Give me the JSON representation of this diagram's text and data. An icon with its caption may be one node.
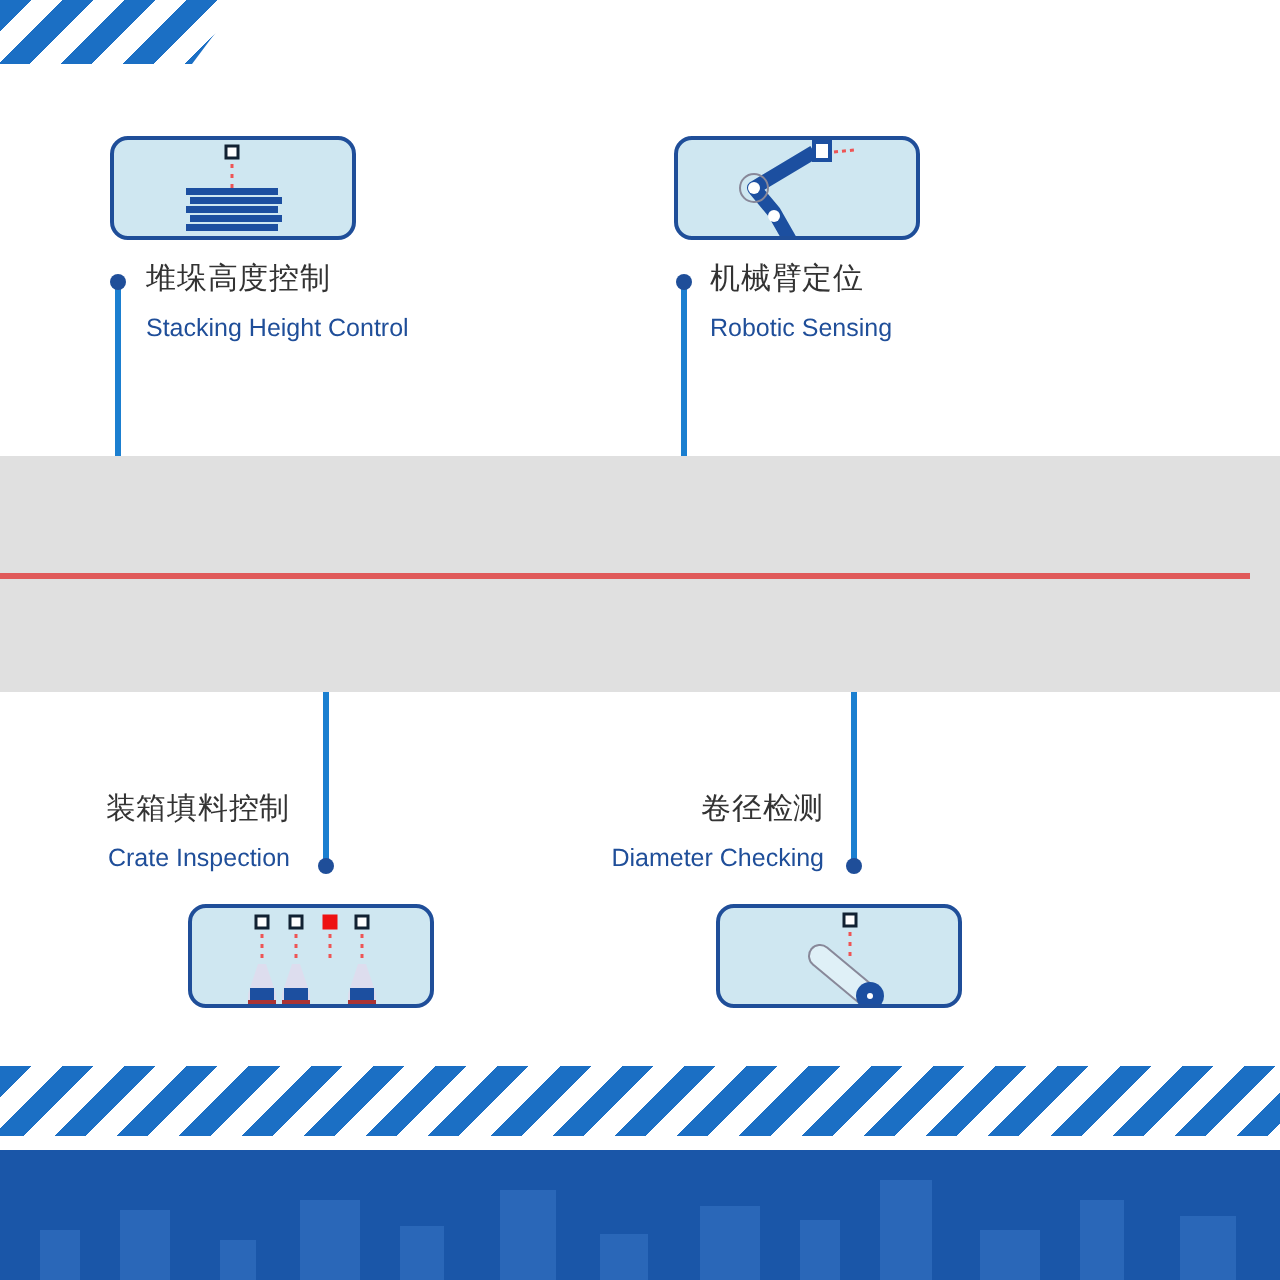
{
  "diagram": {
    "nodes": [
      {
        "text": [
          "堆垛高度控制",
          "Stacking Height Control"
        ]
      },
      {
        "text": [
          "机械臂定位",
          "Robotic Sensing"
        ]
      },
      {
        "text": [],
        "shape": "bar"
      },
      {
        "text": [
          "装箱填料控制",
          "Crate Inspection"
        ]
      },
      {
        "text": [
          "卷径检测",
          "Diameter Checking"
        ]
      }
    ],
    "edges": [
      {
        "from": 0,
        "to": 2,
        "arrow": "other"
      },
      {
        "from": 1,
        "to": 2,
        "arrow": "other"
      },
      {
        "from": 3,
        "to": 2,
        "arrow": "other"
      },
      {
        "from": 4,
        "to": 2,
        "arrow": "other"
      }
    ]
  }
}
